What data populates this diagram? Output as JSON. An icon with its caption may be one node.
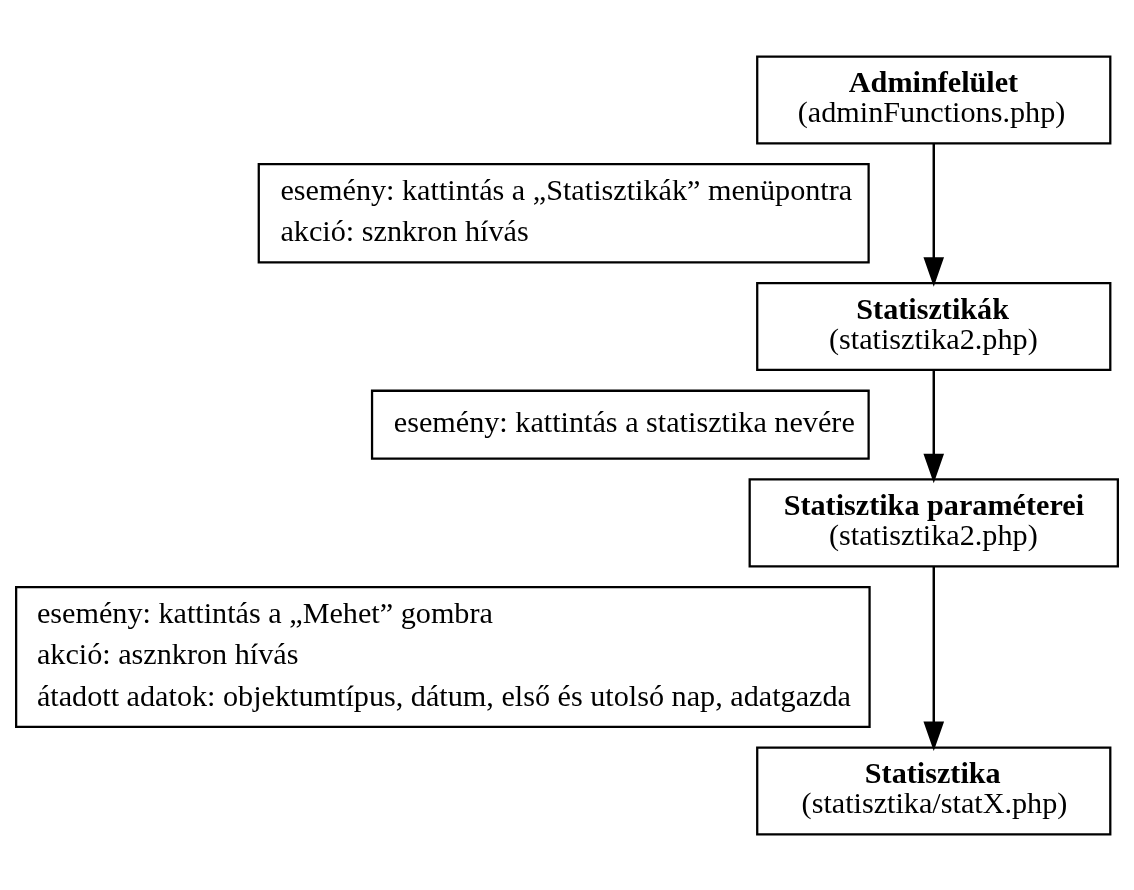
{
  "diagram": {
    "nodes": [
      {
        "text": [
          "Adminfelület",
          "(adminFunctions.php)"
        ]
      },
      {
        "text": [
          "esemény: kattintás a „Statisztikák” menüpontra",
          "akció: sznkron hívás"
        ]
      },
      {
        "text": [
          "Statisztikák",
          "(statisztika2.php)"
        ]
      },
      {
        "text": [
          "esemény: kattintás a statisztika nevére"
        ]
      },
      {
        "text": [
          "Statisztika paraméterei",
          "(statisztika2.php)"
        ]
      },
      {
        "text": [
          "esemény: kattintás a „Mehet” gombra",
          "akció: asznkron hívás",
          "átadott adatok: objektumtípus, dátum, első és utolsó nap, adatgazda"
        ]
      },
      {
        "text": [
          "Statisztika",
          "(statisztika/statX.php)"
        ]
      }
    ],
    "edges": [
      {
        "from": 0,
        "to": 2,
        "arrow": "to"
      },
      {
        "from": 2,
        "to": 4,
        "arrow": "to"
      },
      {
        "from": 4,
        "to": 6,
        "arrow": "to"
      }
    ]
  }
}
